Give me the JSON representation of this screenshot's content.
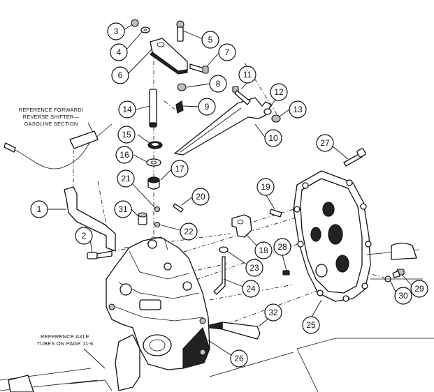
{
  "diagram": {
    "reference_labels": {
      "shifter": [
        "REFERENCE FORWARD/",
        "REVERSE SHIFTER—",
        "GASOLINE SECTION"
      ],
      "axle": [
        "REFERENCE AXLE",
        "TUBES ON PAGE 11-6"
      ]
    },
    "callouts": [
      "1",
      "2",
      "3",
      "4",
      "5",
      "6",
      "7",
      "8",
      "9",
      "10",
      "11",
      "12",
      "13",
      "14",
      "15",
      "16",
      "17",
      "20",
      "21",
      "22",
      "23",
      "24",
      "25",
      "26",
      "19",
      "18",
      "28",
      "29",
      "30",
      "31",
      "32",
      "27"
    ]
  }
}
